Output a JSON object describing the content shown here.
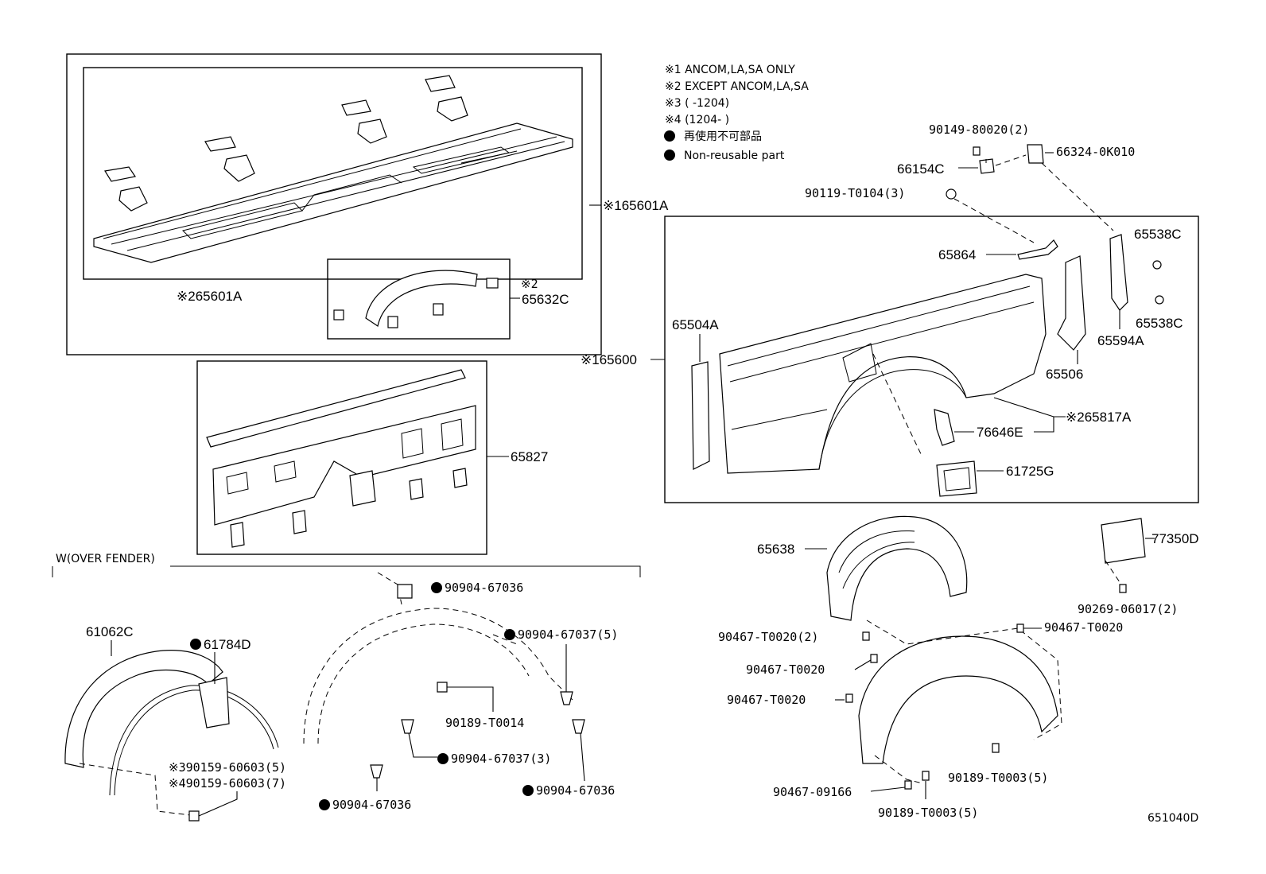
{
  "notes": {
    "n1": "※1 ANCOM,LA,SA ONLY",
    "n2": "※2 EXCEPT ANCOM,LA,SA",
    "n3": "※3 (      -1204)",
    "n4": "※4 (1204-      )",
    "n5": "再使用不可部品",
    "n6": "Non-reusable part"
  },
  "labels": {
    "p65601A_1": "※165601A",
    "p65601A_2": "※265601A",
    "p65632C_mark": "※2",
    "p65632C": "65632C",
    "p65600": "※165600",
    "p65827": "65827",
    "over_fender": "W(OVER FENDER)",
    "p90149": "90149-80020(2)",
    "p66324": "66324-0K010",
    "p66154C": "66154C",
    "p90119": "90119-T0104(3)",
    "p65538C_a": "65538C",
    "p65538C_b": "65538C",
    "p65594A": "65594A",
    "p65864": "65864",
    "p65504A": "65504A",
    "p65506": "65506",
    "p65817A": "※265817A",
    "p76646E": "76646E",
    "p61725G": "61725G",
    "p65638": "65638",
    "p77350D": "77350D",
    "p90269": "90269-06017(2)",
    "p90467_a": "90467-T0020(2)",
    "p90467_b": "90467-T0020",
    "p90467_c": "90467-T0020",
    "p90467_d": "90467-T0020",
    "p90467_09166": "90467-09166",
    "p90189_T0003_a": "90189-T0003(5)",
    "p90189_T0003_b": "90189-T0003(5)",
    "p61062C": "61062C",
    "p61784D": "61784D",
    "p90159_a": "※390159-60603(5)",
    "p90159_b": "※490159-60603(7)",
    "p90904_67036_a": "90904-67036",
    "p90904_67037_5": "90904-67037(5)",
    "p90189_T0014": "90189-T0014",
    "p90904_67037_3": "90904-67037(3)",
    "p90904_67036_b": "90904-67036",
    "p90904_67036_c": "90904-67036",
    "diagram_id": "651040D"
  }
}
